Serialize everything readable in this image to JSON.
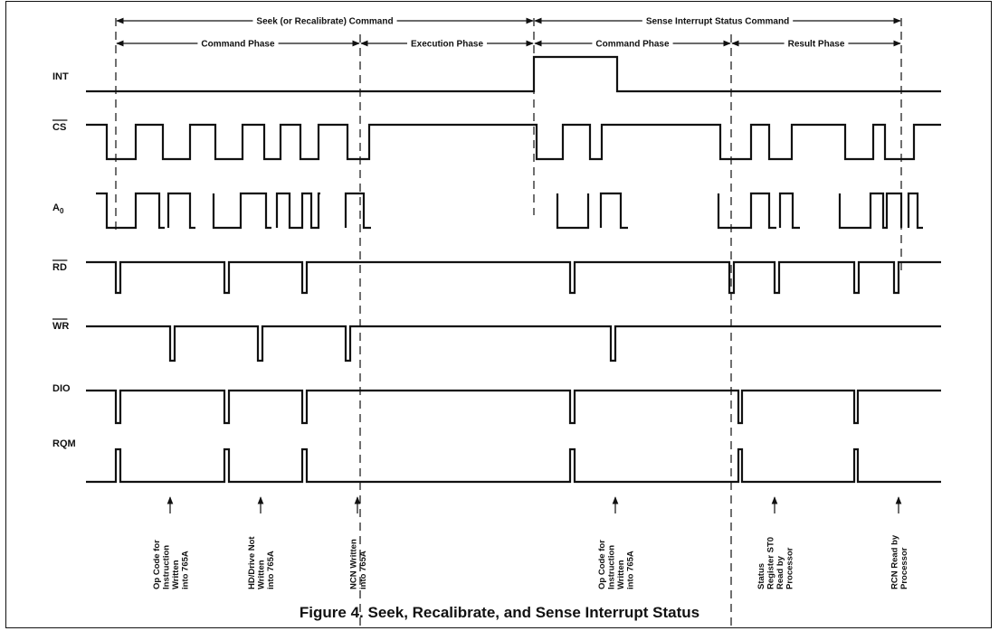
{
  "caption": "Figure 4.   Seek, Recalibrate, and Sense Interrupt Status",
  "commands": [
    {
      "label": "Seek (or Recalibrate) Command"
    },
    {
      "label": "Sense Interrupt Status Command"
    }
  ],
  "phases": [
    {
      "label": "Command Phase"
    },
    {
      "label": "Execution Phase"
    },
    {
      "label": "Command Phase"
    },
    {
      "label": "Result Phase"
    }
  ],
  "signals": [
    {
      "name": "INT",
      "overbar": false
    },
    {
      "name": "CS",
      "overbar": true
    },
    {
      "name": "A0",
      "overbar": false
    },
    {
      "name": "RD",
      "overbar": true
    },
    {
      "name": "WR",
      "overbar": true
    },
    {
      "name": "DIO",
      "overbar": false
    },
    {
      "name": "RQM",
      "overbar": false
    }
  ],
  "annotations": [
    {
      "lines": [
        "Op Code for",
        "Instruction",
        "Written",
        "into 765A"
      ]
    },
    {
      "lines": [
        "HD/Drive Not",
        "Written",
        "into 765A"
      ]
    },
    {
      "lines": [
        "NCN Written",
        "into 765A"
      ]
    },
    {
      "lines": [
        "Op Code for",
        "Instruction",
        "Written",
        "into 765A"
      ]
    },
    {
      "lines": [
        "Status",
        "Register ST0",
        "Read by",
        "Processor"
      ]
    },
    {
      "lines": [
        "RCN Read by",
        "Processor"
      ]
    }
  ]
}
